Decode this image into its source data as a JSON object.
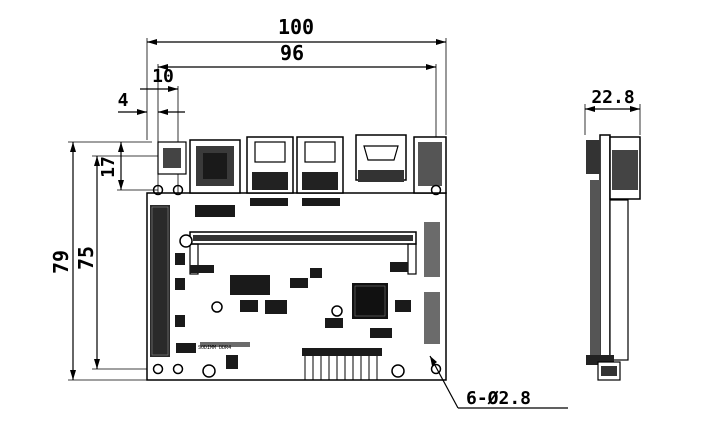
{
  "labels": {
    "width_total": "100",
    "width_holes": "96",
    "offset_10": "10",
    "offset_4": "4",
    "height_17": "17",
    "height_79": "79",
    "height_75": "75",
    "thickness": "22.8",
    "holes": "6-Ø2.8"
  },
  "board_marking": "SODIMM DDR4"
}
